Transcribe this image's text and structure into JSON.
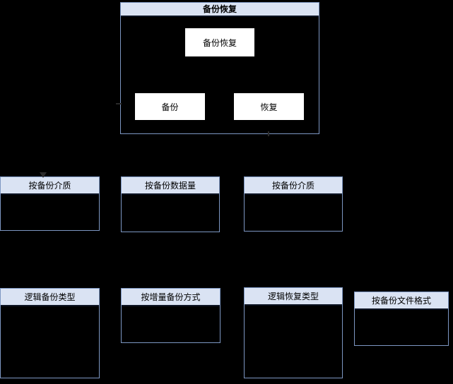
{
  "diagram": {
    "container": {
      "title": "备份恢复",
      "nodes": {
        "root": "备份恢复",
        "backup": "备份",
        "recovery": "恢复"
      }
    },
    "row2": [
      {
        "label": "按备份介质"
      },
      {
        "label": "按备份数据量"
      },
      {
        "label": "按备份介质"
      }
    ],
    "row3": [
      {
        "label": "逻辑备份类型"
      },
      {
        "label": "按增量备份方式"
      },
      {
        "label": "逻辑恢复类型"
      },
      {
        "label": "按备份文件格式"
      }
    ],
    "icons": {
      "connector_arrowhead": "css-triangle-down"
    },
    "colors": {
      "background": "#000000",
      "box_border": "#7d97c3",
      "header_fill": "#dae3f3",
      "node_fill": "#ffffff",
      "text": "#000000"
    }
  }
}
